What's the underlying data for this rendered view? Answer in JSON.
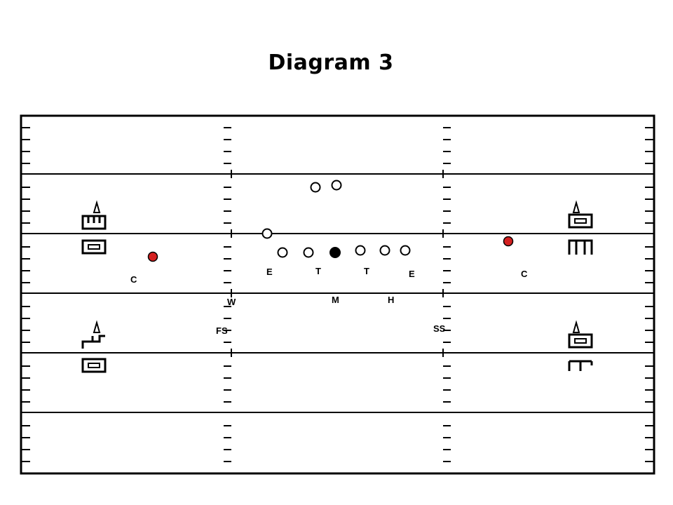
{
  "title": "Diagram 3",
  "colors": {
    "line": "#000000",
    "background": "#ffffff",
    "highlight_player": "#d42020"
  },
  "offense": {
    "receivers_backfield": [
      {
        "name": "offense-player",
        "fill": "open"
      },
      {
        "name": "offense-player",
        "fill": "open"
      }
    ],
    "line": [
      {
        "name": "offense-wing",
        "fill": "open"
      },
      {
        "name": "offense-tackle",
        "fill": "open"
      },
      {
        "name": "offense-guard",
        "fill": "open"
      },
      {
        "name": "center",
        "fill": "solid"
      },
      {
        "name": "offense-guard",
        "fill": "open"
      },
      {
        "name": "offense-tackle",
        "fill": "open"
      },
      {
        "name": "offense-end",
        "fill": "open"
      }
    ]
  },
  "highlighted_players": [
    {
      "name": "left-red-player",
      "color": "red"
    },
    {
      "name": "right-red-player",
      "color": "red"
    }
  ],
  "defense_labels": {
    "left_c": "C",
    "left_e": "E",
    "left_t": "T",
    "right_t": "T",
    "right_e": "E",
    "right_c": "C",
    "w": "W",
    "m": "M",
    "h": "H",
    "fs": "FS",
    "ss": "SS"
  },
  "yard_markers": {
    "description_icons": [
      "yard-number-top-left",
      "yard-number-bottom-left",
      "yard-number-top-right",
      "yard-number-bottom-right"
    ]
  }
}
